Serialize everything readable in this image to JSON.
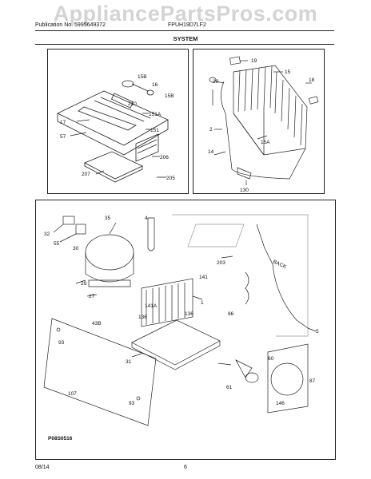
{
  "watermark": "AppliancePartsPros.com",
  "header": {
    "publication": "Publication No. 5995649372",
    "model": "FPUH19D7LF2"
  },
  "section_title": "SYSTEM",
  "diagram_code": "P08S0516",
  "footer": {
    "date": "08/14",
    "page": "6"
  },
  "callouts_top_left": [
    "15B",
    "16",
    "15B",
    "210",
    "151A",
    "17",
    "151",
    "57",
    "206",
    "207",
    "205"
  ],
  "callouts_top_right": [
    "19",
    "15",
    "20",
    "18",
    "2",
    "15A",
    "14",
    "130"
  ],
  "callouts_bottom": [
    "35",
    "4",
    "32",
    "55",
    "30",
    "203",
    "BACK",
    "141",
    "29",
    "27",
    "1",
    "141A",
    "86",
    "136",
    "136",
    "43B",
    "93",
    "5",
    "31",
    "60",
    "87",
    "61",
    "107",
    "93",
    "146"
  ]
}
